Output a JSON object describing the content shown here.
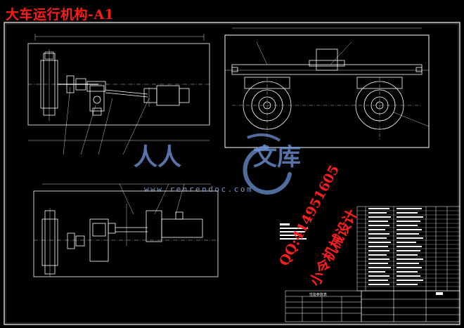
{
  "drawing": {
    "title": "大车运行机构-A1",
    "table_caption": "性能参数表"
  },
  "watermark": {
    "brand_part1": "人人",
    "brand_part2": "文库",
    "site": "www.renrendoc.com"
  },
  "overlay": {
    "qq": "QQ:414951605",
    "note": "小令机械设计"
  },
  "colors": {
    "background": "#000000",
    "line": "#ffffff",
    "title_red": "#ff1a1a",
    "watermark_blue": "#6f95d8"
  }
}
